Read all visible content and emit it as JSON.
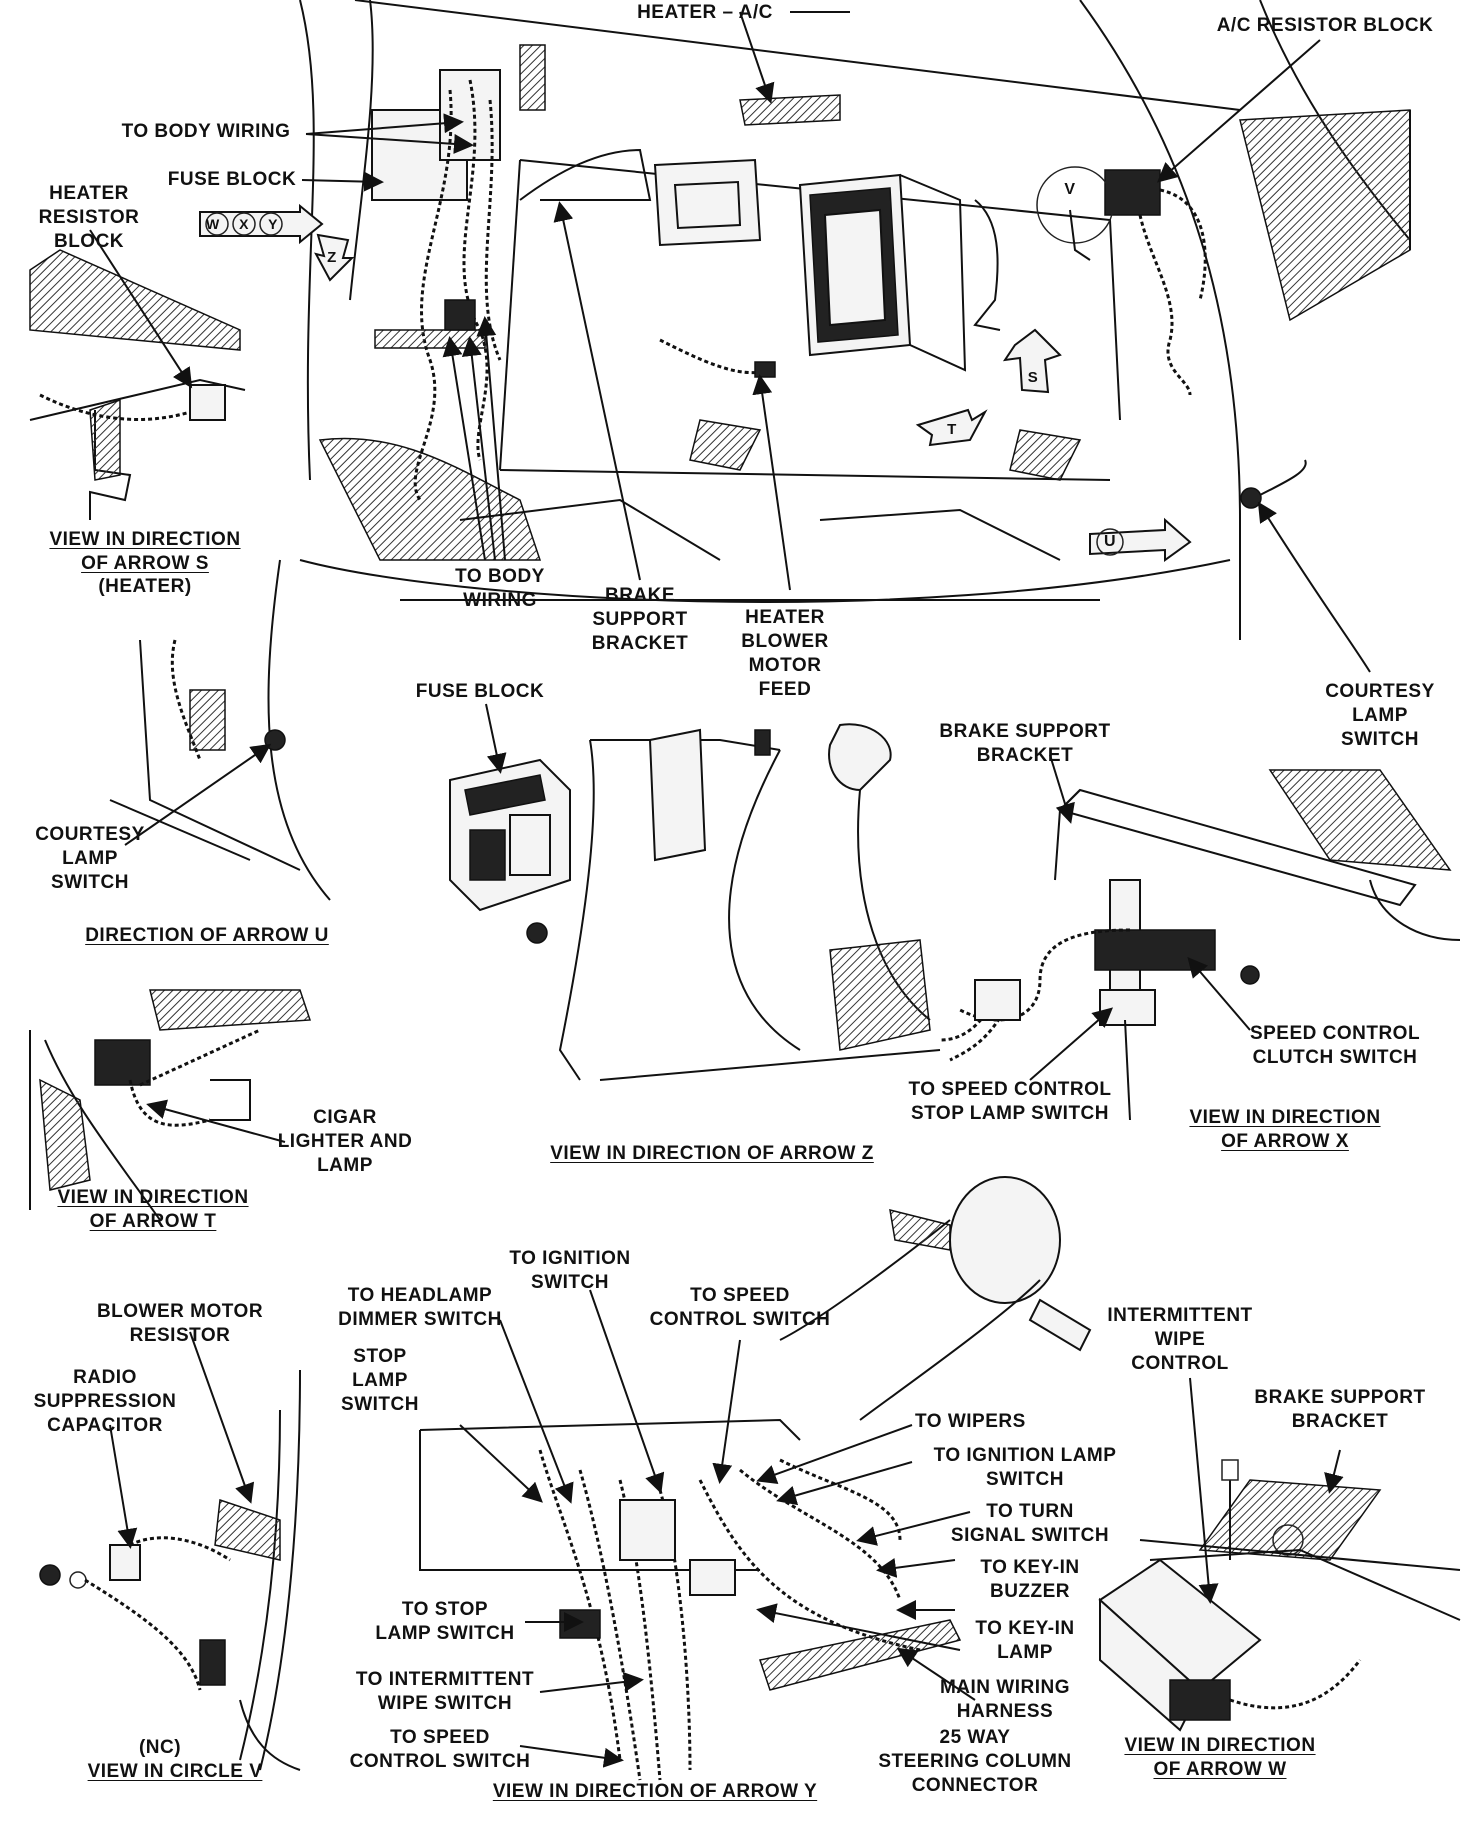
{
  "diagram": {
    "labels": {
      "heater_ac": "HEATER – A/C",
      "ac_resistor_block": "A/C RESISTOR BLOCK",
      "to_body_wiring_top": "TO BODY WIRING",
      "fuse_block_top": "FUSE BLOCK",
      "heater_resistor_block": "HEATER\nRESISTOR\nBLOCK",
      "arrow_marks_wxy": "W X Y",
      "arrow_mark_z": "Z",
      "arrow_mark_v": "V",
      "arrow_mark_s": "S",
      "arrow_mark_t": "T",
      "arrow_mark_u": "U",
      "to_body_wiring_mid": "TO BODY\nWIRING",
      "brake_support_bracket_mid": "BRAKE\nSUPPORT\nBRACKET",
      "heater_blower_motor_feed": "HEATER\nBLOWER\nMOTOR\nFEED",
      "courtesy_lamp_switch_right": "COURTESY\nLAMP\nSWITCH",
      "courtesy_lamp_switch_left": "COURTESY\nLAMP\nSWITCH",
      "fuse_block_z": "FUSE BLOCK",
      "brake_support_bracket_x": "BRAKE SUPPORT\nBRACKET",
      "speed_control_clutch_switch": "SPEED CONTROL\nCLUTCH SWITCH",
      "to_speed_control_stop_lamp_switch": "TO SPEED CONTROL\nSTOP LAMP SWITCH",
      "cigar_lighter_and_lamp": "CIGAR\nLIGHTER AND\nLAMP",
      "blower_motor_resistor": "BLOWER MOTOR\nRESISTOR",
      "radio_suppression_capacitor": "RADIO\nSUPPRESSION\nCAPACITOR",
      "to_headlamp_dimmer_switch": "TO HEADLAMP\nDIMMER SWITCH",
      "to_ignition_switch": "TO IGNITION\nSWITCH",
      "to_speed_control_switch_top": "TO SPEED\nCONTROL SWITCH",
      "stop_lamp_switch": "STOP\nLAMP\nSWITCH",
      "intermittent_wipe_control": "INTERMITTENT\nWIPE\nCONTROL",
      "brake_support_bracket_w": "BRAKE SUPPORT\nBRACKET",
      "to_wipers": "TO WIPERS",
      "to_ignition_lamp_switch": "TO IGNITION LAMP\nSWITCH",
      "to_turn_signal_switch": "TO TURN\nSIGNAL SWITCH",
      "to_key_in_buzzer": "TO KEY-IN\nBUZZER",
      "to_key_in_lamp": "TO KEY-IN\nLAMP",
      "to_stop_lamp_switch": "TO STOP\nLAMP SWITCH",
      "to_intermittent_wipe_switch": "TO INTERMITTENT\nWIPE SWITCH",
      "main_wiring_harness": "MAIN WIRING\nHARNESS",
      "to_speed_control_switch_bottom": "TO SPEED\nCONTROL SWITCH",
      "way25_connector": "25 WAY\nSTEERING COLUMN\nCONNECTOR",
      "nc": "(NC)"
    },
    "captions": {
      "view_arrow_s": "VIEW IN DIRECTION\nOF ARROW S",
      "view_arrow_s_sub": "(HEATER)",
      "direction_arrow_u": "DIRECTION OF ARROW U",
      "view_arrow_z": "VIEW IN DIRECTION OF ARROW Z",
      "view_arrow_x": "VIEW IN DIRECTION\nOF ARROW X",
      "view_arrow_t": "VIEW IN DIRECTION\nOF ARROW T",
      "view_circle_v": "VIEW IN CIRCLE V",
      "view_arrow_y": "VIEW IN DIRECTION OF ARROW Y",
      "view_arrow_w": "VIEW IN DIRECTION\nOF ARROW W"
    }
  }
}
